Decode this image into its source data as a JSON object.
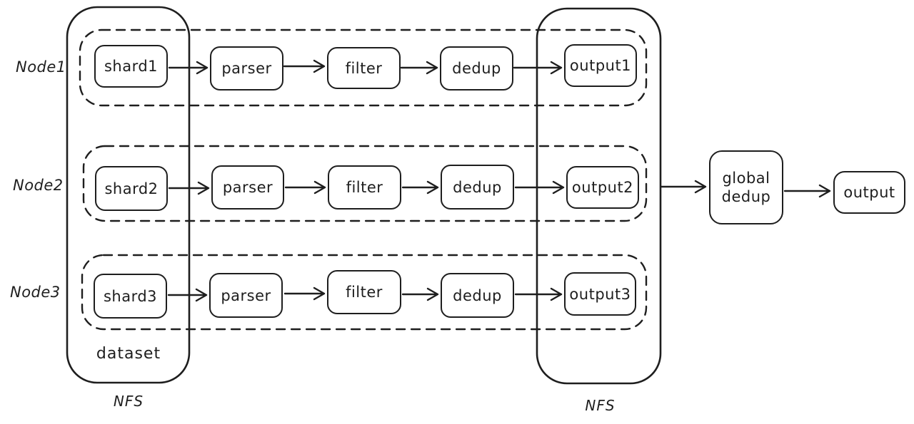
{
  "diagram": {
    "background": "#ffffff",
    "stroke_color": "#1e1e1e",
    "rows": [
      {
        "node_label": "Node1",
        "shard_label": "shard1",
        "parser_label": "parser",
        "filter_label": "filter",
        "dedup_label": "dedup",
        "output_label": "output1"
      },
      {
        "node_label": "Node2",
        "shard_label": "shard2",
        "parser_label": "parser",
        "filter_label": "filter",
        "dedup_label": "dedup",
        "output_label": "output2"
      },
      {
        "node_label": "Node3",
        "shard_label": "shard3",
        "parser_label": "parser",
        "filter_label": "filter",
        "dedup_label": "dedup",
        "output_label": "output3"
      }
    ],
    "left_container": {
      "label": "dataset",
      "caption": "NFS"
    },
    "right_container": {
      "caption": "NFS"
    },
    "global_dedup": {
      "label": "global\ndedup"
    },
    "final_output": {
      "label": "output"
    }
  }
}
